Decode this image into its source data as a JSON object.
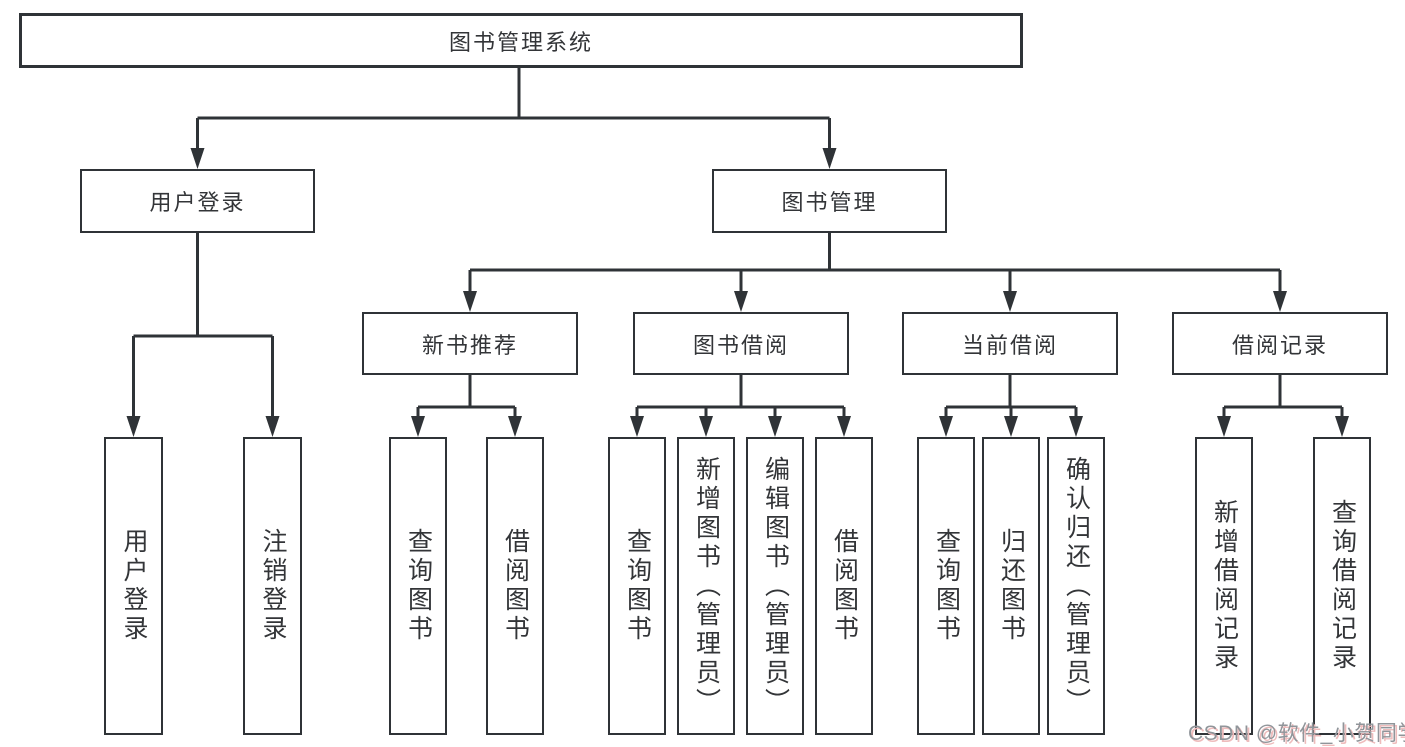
{
  "diagram": {
    "root": {
      "label": "图书管理系统"
    },
    "level2": {
      "user_login": {
        "label": "用户登录"
      },
      "book_mgmt": {
        "label": "图书管理"
      }
    },
    "level3": {
      "new_book": {
        "label": "新书推荐"
      },
      "book_borrow": {
        "label": "图书借阅"
      },
      "current_borrow": {
        "label": "当前借阅"
      },
      "borrow_record": {
        "label": "借阅记录"
      }
    },
    "leaves": {
      "user_login_leaf": {
        "label": "用户登录"
      },
      "logout": {
        "label": "注销登录"
      },
      "nb_query": {
        "label": "查询图书"
      },
      "nb_borrow": {
        "label": "借阅图书"
      },
      "bb_query": {
        "label": "查询图书"
      },
      "bb_add": {
        "label": "新增图书（管理员）"
      },
      "bb_edit": {
        "label": "编辑图书（管理员）"
      },
      "bb_borrow": {
        "label": "借阅图书"
      },
      "cb_query": {
        "label": "查询图书"
      },
      "cb_return": {
        "label": "归还图书"
      },
      "cb_confirm": {
        "label": "确认归还（管理员）"
      },
      "br_add": {
        "label": "新增借阅记录"
      },
      "br_query": {
        "label": "查询借阅记录"
      }
    }
  },
  "watermark": {
    "text": "CSDN @软件_小贺同学"
  },
  "colors": {
    "line": "#2f3337",
    "text": "#333538",
    "background": "#ffffff",
    "watermark_text": "#90959a",
    "watermark_shadow": "#eebcbc"
  }
}
